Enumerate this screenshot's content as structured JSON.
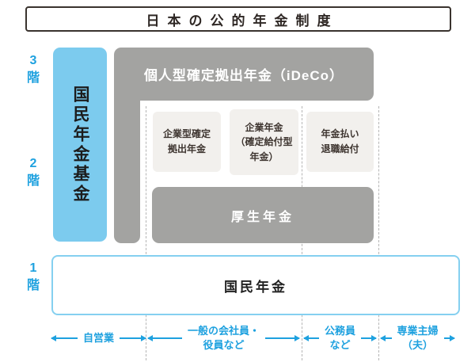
{
  "title": "日本の公的年金制度",
  "floors": [
    {
      "num": "3",
      "suffix": "階"
    },
    {
      "num": "2",
      "suffix": "階"
    },
    {
      "num": "1",
      "suffix": "階"
    }
  ],
  "pillars": {
    "kokumin_nenkin_kikin": "国民年金基金",
    "ideco": "個人型確定拠出年金（iDeCo）",
    "kosei_nenkin": "厚生年金",
    "kokumin_nenkin": "国民年金"
  },
  "tier3_boxes": [
    {
      "lines": [
        "企業型確定",
        "拠出年金"
      ]
    },
    {
      "lines": [
        "企業年金",
        "（確定給付型",
        "年金）"
      ]
    },
    {
      "lines": [
        "年金払い",
        "退職給付"
      ]
    }
  ],
  "categories": [
    {
      "line1": "自営業"
    },
    {
      "line1": "一般の会社員・",
      "line2": "役員など"
    },
    {
      "line1": "公務員",
      "line2": "など"
    },
    {
      "line1": "専業主婦",
      "line2": "（夫）"
    }
  ],
  "colors": {
    "accent_blue": "#1ea1df",
    "light_blue_fill": "#7ccbee",
    "light_blue_border": "#85d0f0",
    "gray_fill": "#a3a3a1",
    "offwhite_box": "#f2f0ed",
    "dark_text": "#2e2724",
    "dashed_line": "#b5b5b5"
  }
}
